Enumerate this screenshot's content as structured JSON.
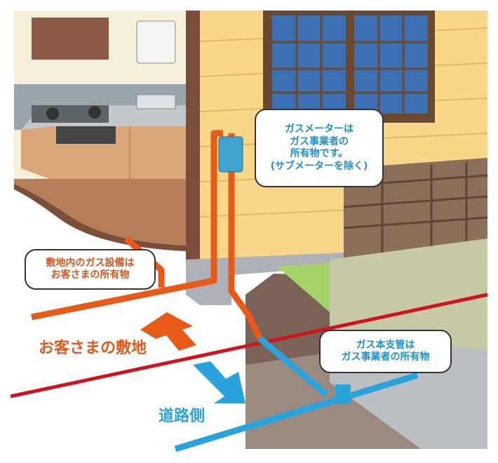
{
  "callouts": {
    "meter": [
      "ガスメーターは",
      "ガス事業者の",
      "所有物です。",
      "(サブメーターを除く)"
    ],
    "customer_equipment": [
      "敷地内のガス設備は",
      "お客さまの所有物"
    ],
    "main_pipe": [
      "ガス本支管は",
      "ガス事業者の所有物"
    ]
  },
  "labels": {
    "customer_land": "お客さまの敷地",
    "road_side": "道路側"
  },
  "colors": {
    "customer": "#e85a17",
    "provider": "#29a3dc",
    "boundary": "#d0141e",
    "callout_meter_text": "#1e90c8",
    "callout_customer_text": "#d9531a"
  }
}
